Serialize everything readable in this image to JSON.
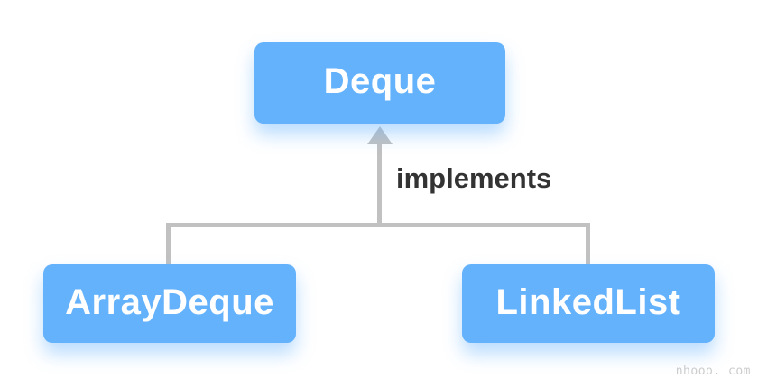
{
  "diagram": {
    "type": "class-hierarchy",
    "parent": {
      "label": "Deque"
    },
    "relation_label": "implements",
    "children": [
      {
        "label": "ArrayDeque"
      },
      {
        "label": "LinkedList"
      }
    ],
    "colors": {
      "node_fill": "#64b2fc",
      "node_text": "#ffffff",
      "node_shadow": "rgba(100,178,252,0.45)",
      "connector": "#c1c1c1",
      "relation_label_text": "#333333",
      "watermark_text": "#cccccc"
    }
  },
  "watermark": {
    "text": "nhooo. com"
  }
}
